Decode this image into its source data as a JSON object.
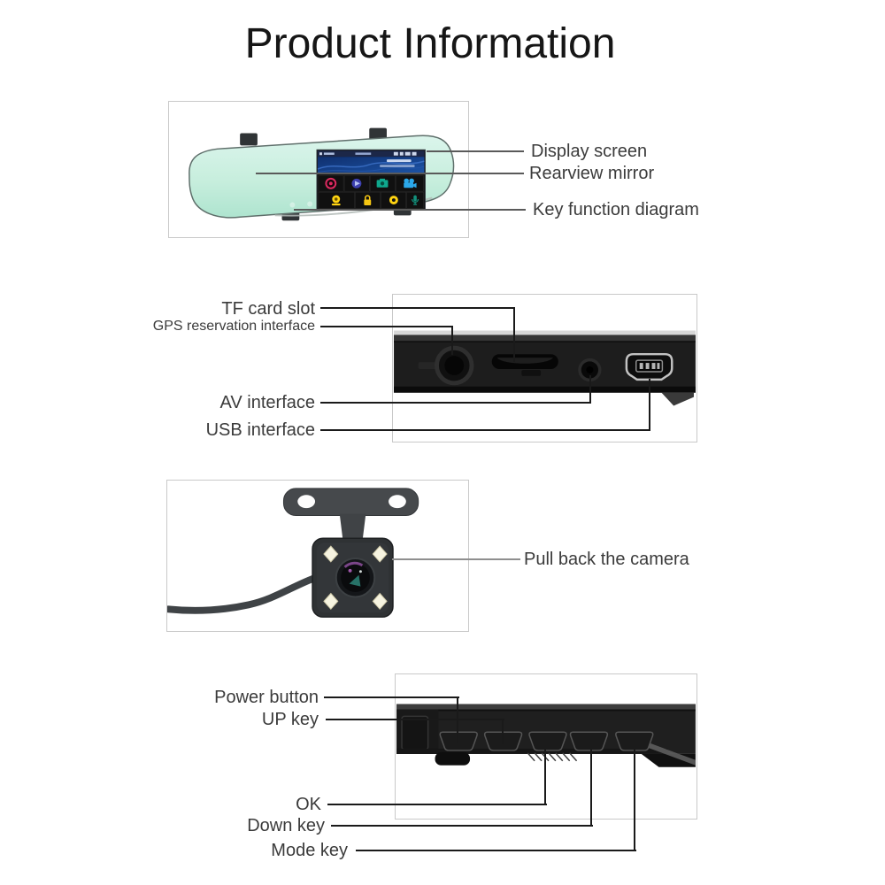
{
  "title": "Product Information",
  "colors": {
    "callout_line_dark": "#1a1a1a",
    "callout_line_gray": "#5a5a5a",
    "callout_line_soft": "#8f8f8f",
    "panel_border": "#c9c9c9",
    "mirror_glass": "#cdeee2",
    "device_body": "#1d1d1d",
    "screen_record_red": "#dc2a60",
    "screen_play_indigo": "#3c3fae",
    "screen_camera_green": "#0fa98e",
    "screen_video_blue": "#2ba8ea",
    "screen_key_yellow": "#ffd412",
    "screen_mic_teal": "#12917c",
    "led_white": "#f6f3e0"
  },
  "sections": {
    "mirror": {
      "callouts": {
        "display_screen": "Display screen",
        "rearview_mirror": "Rearview mirror",
        "key_function": "Key function diagram"
      },
      "screen_icons": [
        "record-icon",
        "playback-icon",
        "photo-camera-icon",
        "video-camera-icon",
        "webcam-icon",
        "lock-icon",
        "shutter-icon",
        "microphone-icon"
      ]
    },
    "ports": {
      "callouts": {
        "tf_card": "TF card slot",
        "gps": "GPS reservation interface",
        "av": "AV interface",
        "usb": "USB interface"
      }
    },
    "camera": {
      "callouts": {
        "pull_back": "Pull back the camera"
      }
    },
    "keys": {
      "callouts": {
        "power": "Power button",
        "up": "UP key",
        "ok": "OK",
        "down": "Down key",
        "mode": "Mode key"
      }
    }
  }
}
